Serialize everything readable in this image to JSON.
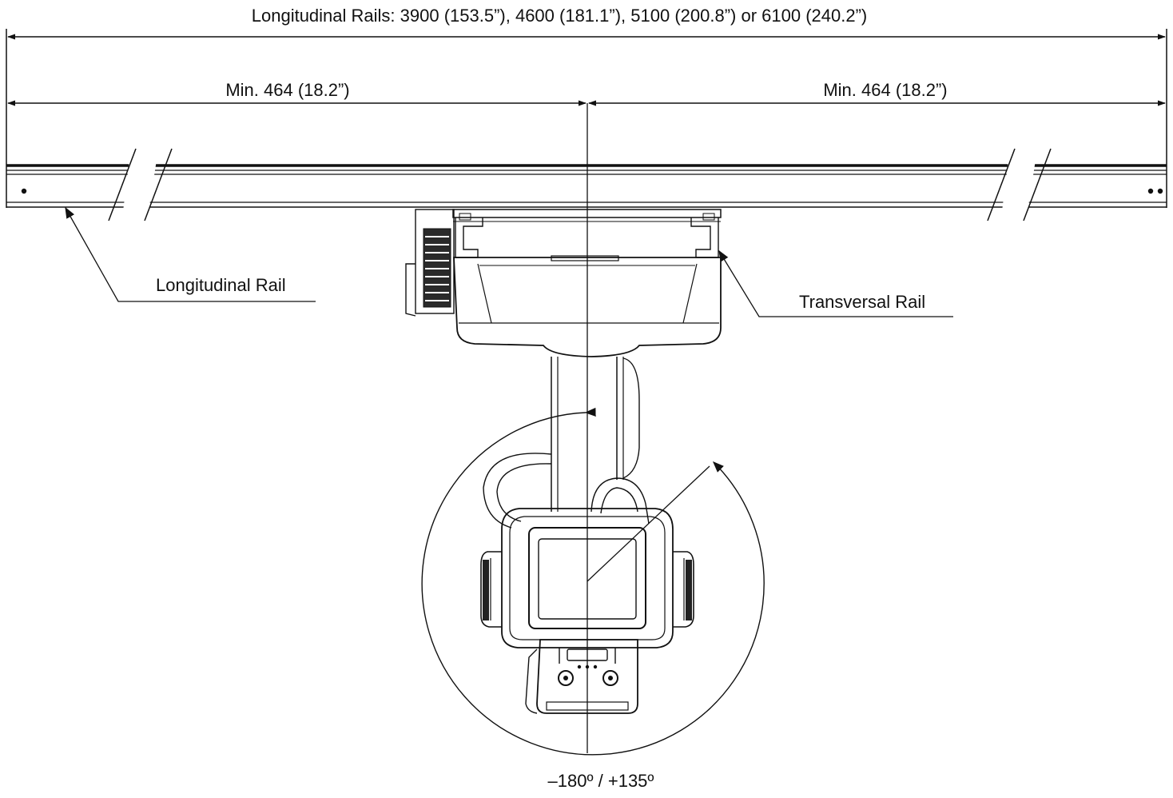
{
  "dimensions": {
    "overall": "Longitudinal Rails: 3900 (153.5”), 4600 (181.1”), 5100 (200.8”) or 6100 (240.2”)",
    "min_left": "Min. 464 (18.2”)",
    "min_right": "Min. 464 (18.2”)"
  },
  "callouts": {
    "longitudinal_rail": "Longitudinal Rail",
    "transversal_rail": "Transversal Rail"
  },
  "rotation": {
    "range": "–180º / +135º"
  },
  "colors": {
    "line": "#111111",
    "background": "#ffffff"
  }
}
